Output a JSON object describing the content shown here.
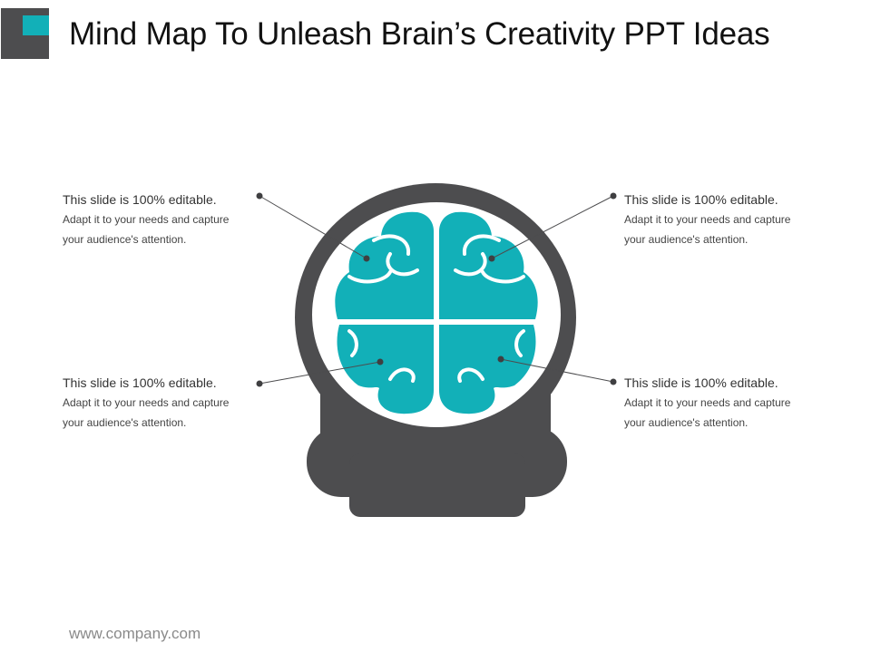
{
  "slide": {
    "title": "Mind Map To Unleash Brain’s Creativity PPT Ideas",
    "footer": "www.company.com",
    "colors": {
      "accent": "#12b0b8",
      "dark": "#4d4d4f",
      "text": "#333333"
    }
  },
  "callouts": [
    {
      "position": "top-left",
      "heading": "This slide is 100% editable.",
      "body": "Adapt it to your needs and capture your audience's attention."
    },
    {
      "position": "top-right",
      "heading": "This slide is 100% editable.",
      "body": "Adapt it to your needs and capture your audience's attention."
    },
    {
      "position": "bottom-left",
      "heading": "This slide is 100% editable.",
      "body": "Adapt it to your needs and capture your audience's attention."
    },
    {
      "position": "bottom-right",
      "heading": "This slide is 100% editable.",
      "body": "Adapt it to your needs and capture your audience's attention."
    }
  ],
  "diagram": {
    "icons": [
      "head-icon",
      "brain-icon"
    ],
    "quadrants": 4
  }
}
